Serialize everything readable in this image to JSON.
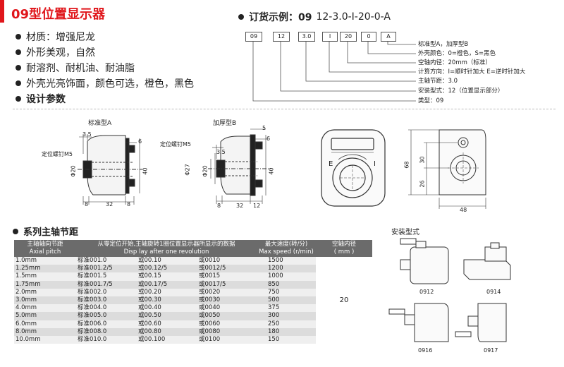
{
  "title": "09型位置显示器",
  "features": [
    "材质：增强尼龙",
    "外形美观，自然",
    "耐溶剂、耐机油、耐油脂",
    "外壳光亮饰面，颜色可选，橙色，黑色",
    "设计参数"
  ],
  "order": {
    "heading": "订货示例：09",
    "code": "12-3.0-I-20-0-A",
    "boxes": [
      "09",
      "12",
      "3.0",
      "I",
      "20",
      "0",
      "A"
    ],
    "labels": [
      "标准型A，加厚型B",
      "外壳颜色：0=橙色，S=黑色",
      "空轴内径：20mm（标准）",
      "计算方向：I=顺时针加大  E=逆时针加大",
      "主轴节距：3.0",
      "安装型式：12（位置显示部分）",
      "类型：09"
    ]
  },
  "drawings": {
    "std_title": "标准型A",
    "thick_title": "加厚型B",
    "screw_label": "定位螺钉M5",
    "dims_std": [
      "3.5",
      "6",
      "40",
      "8",
      "32",
      "8",
      "Φ20"
    ],
    "dims_thick": [
      "5",
      "6",
      "3.5",
      "Φ27",
      "Φ20",
      "40",
      "8",
      "32",
      "12"
    ],
    "dims_side": [
      "68",
      "30",
      "26",
      "48"
    ],
    "dial_e": "E",
    "dial_i": "I"
  },
  "section2": "系列主轴节距",
  "table": {
    "headers": {
      "pitch": "主轴轴向节距\nAxial pitch",
      "disp": "从零定位开始,主轴旋转1圈位置显示器所显示的数据\nDisp lay after one revolution",
      "speed": "最大速度(转/分)\nMax speed (r/min)",
      "shaft": "空轴内径\n( mm )"
    },
    "rows": [
      [
        "1.0mm",
        "标准001.0",
        "或00.10",
        "或0010",
        "1500"
      ],
      [
        "1.25mm",
        "标准001.2/5",
        "或00.12/5",
        "或0012/5",
        "1200"
      ],
      [
        "1.5mm",
        "标准001.5",
        "或00.15",
        "或0015",
        "1000"
      ],
      [
        "1.75mm",
        "标准001.7/5",
        "或00.17/5",
        "或0017/5",
        "850"
      ],
      [
        "2.0mm",
        "标准002.0",
        "或00.20",
        "或0020",
        "750"
      ],
      [
        "3.0mm",
        "标准003.0",
        "或00.30",
        "或0030",
        "500"
      ],
      [
        "4.0mm",
        "标准004.0",
        "或00.40",
        "或0040",
        "375"
      ],
      [
        "5.0mm",
        "标准005.0",
        "或00.50",
        "或0050",
        "300"
      ],
      [
        "6.0mm",
        "标准006.0",
        "或00.60",
        "或0060",
        "250"
      ],
      [
        "8.0mm",
        "标准008.0",
        "或00.80",
        "或0080",
        "180"
      ],
      [
        "10.0mm",
        "标准010.0",
        "或00.100",
        "或0100",
        "150"
      ]
    ],
    "shaft_value": "20"
  },
  "mounting": {
    "title": "安装型式",
    "types": [
      "0912",
      "0914",
      "0916",
      "0917"
    ]
  }
}
